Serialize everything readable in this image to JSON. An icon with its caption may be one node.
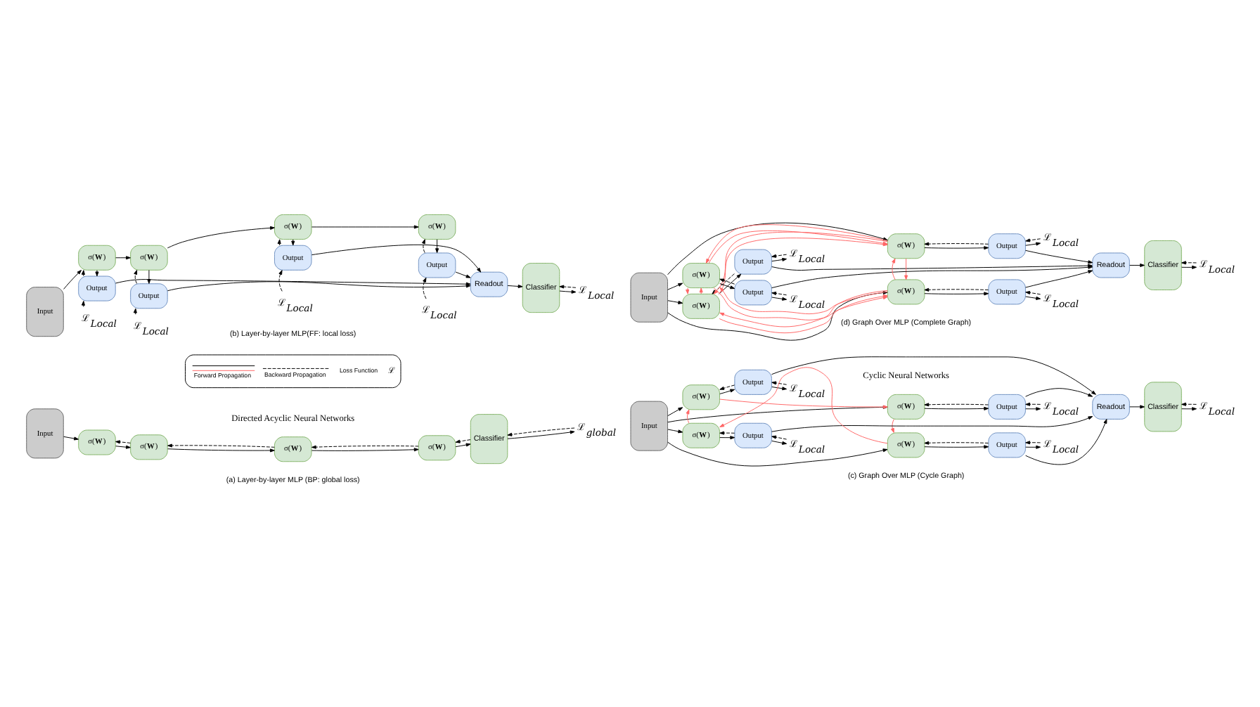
{
  "diagram": {
    "nodes": [
      {
        "text": [
          "Input"
        ]
      },
      {
        "text": [
          "σ(**W**)"
        ]
      },
      {
        "text": [
          "σ(**W**)"
        ]
      },
      {
        "text": [
          "σ(**W**)"
        ]
      },
      {
        "text": [
          "σ(**W**)"
        ]
      },
      {
        "text": [
          "Classifier"
        ]
      },
      {
        "text": [
          "ℒ$_{global}$"
        ]
      },
      {
        "text": [
          "Input"
        ]
      },
      {
        "text": [
          "σ(**W**)"
        ]
      },
      {
        "text": [
          "σ(**W**)"
        ]
      },
      {
        "text": [
          "σ(**W**)"
        ]
      },
      {
        "text": [
          "σ(**W**)"
        ]
      },
      {
        "text": [
          "Classifier"
        ]
      },
      {
        "text": [
          "ℒ$_{Local}$"
        ]
      },
      {
        "text": [
          "Output"
        ]
      },
      {
        "text": [
          "Output"
        ]
      },
      {
        "text": [
          "Output"
        ]
      },
      {
        "text": [
          "Output"
        ]
      },
      {
        "text": [
          "Readout"
        ]
      },
      {
        "text": [
          "ℒ$_{Local}$"
        ]
      },
      {
        "text": [
          "ℒ$_{Local}$"
        ]
      },
      {
        "text": [
          "ℒ$_{Local}$"
        ]
      },
      {
        "text": [
          "ℒ$_{Local}$"
        ]
      },
      {
        "text": [
          "Input"
        ]
      },
      {
        "text": [
          "σ(**W**)"
        ]
      },
      {
        "text": [
          "Output"
        ]
      },
      {
        "text": [
          "ℒ$_{Local}$"
        ]
      },
      {
        "text": [
          "σ(**W**)"
        ]
      },
      {
        "text": [
          "Output"
        ]
      },
      {
        "text": [
          "ℒ$_{Local}$"
        ]
      },
      {
        "text": [
          "Readout"
        ]
      },
      {
        "text": [
          "Classifier"
        ]
      },
      {
        "text": [
          "ℒ$_{Local}$"
        ]
      },
      {
        "text": [
          "σ(**W**)"
        ]
      },
      {
        "text": [
          "Output"
        ]
      },
      {
        "text": [
          "ℒ$_{Local}$"
        ]
      },
      {
        "text": [
          "σ(**W**)"
        ]
      },
      {
        "text": [
          "Output"
        ]
      },
      {
        "text": [
          "ℒ$_{Local}$"
        ]
      },
      {
        "text": [
          "Input"
        ]
      },
      {
        "text": [
          "σ(**W**)"
        ]
      },
      {
        "text": [
          "Output"
        ]
      },
      {
        "text": [
          "ℒ$_{Local}$"
        ]
      },
      {
        "text": [
          "σ(**W**)"
        ]
      },
      {
        "text": [
          "Output"
        ]
      },
      {
        "text": [
          "ℒ$_{Local}$"
        ]
      },
      {
        "text": [
          "Readout"
        ]
      },
      {
        "text": [
          "Classifier"
        ]
      },
      {
        "text": [
          "ℒ$_{Local}$"
        ]
      },
      {
        "text": [
          "σ(**W**)"
        ]
      },
      {
        "text": [
          "Output"
        ]
      },
      {
        "text": [
          "ℒ$_{Local}$"
        ]
      },
      {
        "text": [
          "σ(**W**)"
        ]
      },
      {
        "text": [
          "Output"
        ]
      },
      {
        "text": [
          "ℒ$_{Local}$"
        ]
      }
    ],
    "edges": [
      {
        "from": 0,
        "to": 1,
        "arrow": "to"
      },
      {
        "from": 1,
        "to": 2,
        "arrow": "to"
      },
      {
        "from": 2,
        "to": 3,
        "arrow": "to"
      },
      {
        "from": 3,
        "to": 4,
        "arrow": "to"
      },
      {
        "from": 4,
        "to": 5,
        "arrow": "to"
      },
      {
        "from": 5,
        "to": 4,
        "arrow": "to",
        "style": "dashed"
      },
      {
        "from": 4,
        "to": 3,
        "arrow": "to",
        "style": "dashed"
      },
      {
        "from": 3,
        "to": 2,
        "arrow": "to",
        "style": "dashed"
      },
      {
        "from": 2,
        "to": 1,
        "arrow": "to",
        "style": "dashed"
      },
      {
        "from": 5,
        "to": 6,
        "arrow": "to"
      },
      {
        "from": 6,
        "to": 5,
        "arrow": "to",
        "style": "dashed"
      },
      {
        "from": 7,
        "to": 8,
        "arrow": "to"
      },
      {
        "from": 8,
        "to": 9,
        "arrow": "to"
      },
      {
        "from": 9,
        "to": 10,
        "arrow": "to"
      },
      {
        "from": 10,
        "to": 11,
        "arrow": "to"
      },
      {
        "from": 8,
        "to": 14,
        "arrow": "to"
      },
      {
        "from": 9,
        "to": 15,
        "arrow": "to"
      },
      {
        "from": 10,
        "to": 16,
        "arrow": "to"
      },
      {
        "from": 11,
        "to": 17,
        "arrow": "to"
      },
      {
        "from": 14,
        "to": 8,
        "arrow": "to",
        "style": "dashed"
      },
      {
        "from": 15,
        "to": 9,
        "arrow": "to",
        "style": "dashed"
      },
      {
        "from": 16,
        "to": 10,
        "arrow": "to",
        "style": "dashed"
      },
      {
        "from": 17,
        "to": 11,
        "arrow": "to",
        "style": "dashed"
      },
      {
        "from": 19,
        "to": 14,
        "arrow": "to",
        "style": "dashed"
      },
      {
        "from": 20,
        "to": 15,
        "arrow": "to",
        "style": "dashed"
      },
      {
        "from": 21,
        "to": 16,
        "arrow": "to",
        "style": "dashed"
      },
      {
        "from": 22,
        "to": 17,
        "arrow": "to",
        "style": "dashed"
      },
      {
        "from": 14,
        "to": 18,
        "arrow": "to"
      },
      {
        "from": 15,
        "to": 18,
        "arrow": "to"
      },
      {
        "from": 16,
        "to": 18,
        "arrow": "to"
      },
      {
        "from": 17,
        "to": 18,
        "arrow": "to"
      },
      {
        "from": 18,
        "to": 12,
        "arrow": "to"
      },
      {
        "from": 12,
        "to": 13,
        "arrow": "to"
      },
      {
        "from": 13,
        "to": 12,
        "arrow": "to",
        "style": "dashed"
      },
      {
        "from": 23,
        "to": 24,
        "arrow": "to"
      },
      {
        "from": 23,
        "to": 27,
        "arrow": "to"
      },
      {
        "from": 23,
        "to": 33,
        "arrow": "to"
      },
      {
        "from": 23,
        "to": 36,
        "arrow": "to"
      },
      {
        "from": 24,
        "to": 27,
        "arrow": "to",
        "color": "#ff6666"
      },
      {
        "from": 27,
        "to": 36,
        "arrow": "to",
        "color": "#ff6666"
      },
      {
        "from": 36,
        "to": 33,
        "arrow": "to",
        "color": "#ff6666"
      },
      {
        "from": 33,
        "to": 24,
        "arrow": "to",
        "color": "#ff6666"
      },
      {
        "from": 24,
        "to": 25,
        "arrow": "to"
      },
      {
        "from": 25,
        "to": 24,
        "arrow": "to",
        "style": "dashed"
      },
      {
        "from": 25,
        "to": 26,
        "arrow": "to"
      },
      {
        "from": 26,
        "to": 25,
        "arrow": "to",
        "style": "dashed"
      },
      {
        "from": 27,
        "to": 28,
        "arrow": "to"
      },
      {
        "from": 28,
        "to": 27,
        "arrow": "to",
        "style": "dashed"
      },
      {
        "from": 28,
        "to": 29,
        "arrow": "to"
      },
      {
        "from": 29,
        "to": 28,
        "arrow": "to",
        "style": "dashed"
      },
      {
        "from": 33,
        "to": 34,
        "arrow": "to"
      },
      {
        "from": 34,
        "to": 33,
        "arrow": "to",
        "style": "dashed"
      },
      {
        "from": 34,
        "to": 35,
        "arrow": "to"
      },
      {
        "from": 35,
        "to": 34,
        "arrow": "to",
        "style": "dashed"
      },
      {
        "from": 36,
        "to": 37,
        "arrow": "to"
      },
      {
        "from": 37,
        "to": 36,
        "arrow": "to",
        "style": "dashed"
      },
      {
        "from": 37,
        "to": 38,
        "arrow": "to"
      },
      {
        "from": 38,
        "to": 37,
        "arrow": "to",
        "style": "dashed"
      },
      {
        "from": 25,
        "to": 30,
        "arrow": "to"
      },
      {
        "from": 28,
        "to": 30,
        "arrow": "to"
      },
      {
        "from": 34,
        "to": 30,
        "arrow": "to"
      },
      {
        "from": 37,
        "to": 30,
        "arrow": "to"
      },
      {
        "from": 30,
        "to": 31,
        "arrow": "to"
      },
      {
        "from": 31,
        "to": 32,
        "arrow": "to"
      },
      {
        "from": 32,
        "to": 31,
        "arrow": "to",
        "style": "dashed"
      },
      {
        "from": 39,
        "to": 40,
        "arrow": "to"
      },
      {
        "from": 39,
        "to": 43,
        "arrow": "to"
      },
      {
        "from": 39,
        "to": 49,
        "arrow": "to"
      },
      {
        "from": 39,
        "to": 52,
        "arrow": "to"
      },
      {
        "from": 40,
        "to": 43,
        "arrow": "to",
        "color": "#ff6666"
      },
      {
        "from": 43,
        "to": 40,
        "arrow": "to",
        "color": "#ff6666"
      },
      {
        "from": 40,
        "to": 49,
        "arrow": "to",
        "color": "#ff6666"
      },
      {
        "from": 49,
        "to": 40,
        "arrow": "to",
        "color": "#ff6666"
      },
      {
        "from": 43,
        "to": 52,
        "arrow": "to",
        "color": "#ff6666"
      },
      {
        "from": 52,
        "to": 43,
        "arrow": "to",
        "color": "#ff6666"
      },
      {
        "from": 49,
        "to": 52,
        "arrow": "to",
        "color": "#ff6666"
      },
      {
        "from": 52,
        "to": 49,
        "arrow": "to",
        "color": "#ff6666"
      },
      {
        "from": 40,
        "to": 52,
        "arrow": "to",
        "color": "#ff6666"
      },
      {
        "from": 52,
        "to": 40,
        "arrow": "to",
        "color": "#ff6666"
      },
      {
        "from": 49,
        "to": 43,
        "arrow": "to",
        "color": "#ff6666"
      },
      {
        "from": 43,
        "to": 49,
        "arrow": "to",
        "color": "#ff6666"
      },
      {
        "from": 40,
        "to": 41,
        "arrow": "to"
      },
      {
        "from": 41,
        "to": 40,
        "arrow": "to",
        "style": "dashed"
      },
      {
        "from": 41,
        "to": 42,
        "arrow": "to"
      },
      {
        "from": 42,
        "to": 41,
        "arrow": "to",
        "style": "dashed"
      },
      {
        "from": 43,
        "to": 44,
        "arrow": "to"
      },
      {
        "from": 44,
        "to": 43,
        "arrow": "to",
        "style": "dashed"
      },
      {
        "from": 44,
        "to": 45,
        "arrow": "to"
      },
      {
        "from": 45,
        "to": 44,
        "arrow": "to",
        "style": "dashed"
      },
      {
        "from": 49,
        "to": 50,
        "arrow": "to"
      },
      {
        "from": 50,
        "to": 49,
        "arrow": "to",
        "style": "dashed"
      },
      {
        "from": 50,
        "to": 51,
        "arrow": "to"
      },
      {
        "from": 51,
        "to": 50,
        "arrow": "to",
        "style": "dashed"
      },
      {
        "from": 52,
        "to": 53,
        "arrow": "to"
      },
      {
        "from": 53,
        "to": 52,
        "arrow": "to",
        "style": "dashed"
      },
      {
        "from": 53,
        "to": 54,
        "arrow": "to"
      },
      {
        "from": 54,
        "to": 53,
        "arrow": "to",
        "style": "dashed"
      },
      {
        "from": 41,
        "to": 46,
        "arrow": "to"
      },
      {
        "from": 44,
        "to": 46,
        "arrow": "to"
      },
      {
        "from": 50,
        "to": 46,
        "arrow": "to"
      },
      {
        "from": 53,
        "to": 46,
        "arrow": "to"
      },
      {
        "from": 46,
        "to": 47,
        "arrow": "to"
      },
      {
        "from": 47,
        "to": 48,
        "arrow": "to"
      },
      {
        "from": 48,
        "to": 47,
        "arrow": "to",
        "style": "dashed"
      }
    ],
    "labels": [
      "Directed Acyclic Neural Networks",
      "Cyclic Neural Networks",
      "(a) Layer-by-layer MLP (BP: global loss)",
      "(b) Layer-by-layer MLP(FF: local loss)",
      "(c) Graph Over MLP (Cycle Graph)",
      "(d) Graph Over MLP (Complete Graph)",
      "ℒ"
    ],
    "legend": [
      {
        "text": "Forward Propagation"
      },
      {
        "text": "Backward Propagation"
      },
      {
        "text": "Loss Function"
      }
    ]
  }
}
